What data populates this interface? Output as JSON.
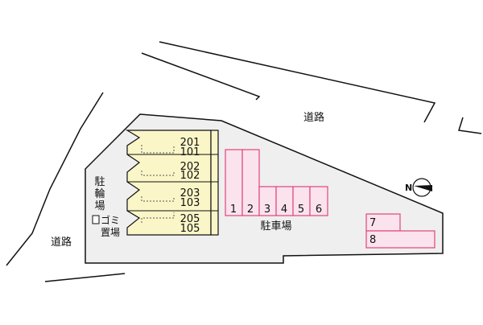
{
  "roads": [
    "道路",
    "道路"
  ],
  "building_units": [
    [
      "201",
      "101"
    ],
    [
      "202",
      "102"
    ],
    [
      "203",
      "103"
    ],
    [
      "205",
      "105"
    ]
  ],
  "bicycle_parking": [
    "駐",
    "輪",
    "場"
  ],
  "garbage_area": [
    "ゴミ",
    "置場"
  ],
  "parking_label": "駐車場",
  "parking_spaces_main": [
    "1",
    "2",
    "3",
    "4",
    "5",
    "6"
  ],
  "parking_spaces_extra": [
    "7",
    "8"
  ],
  "compass_letter": "N",
  "colors": {
    "lot_fill": "#efefef",
    "outline": "#111111",
    "building_fill": "#fbf6c8",
    "parking_fill": "#fbe3ee",
    "parking_stroke": "#e0457c"
  }
}
